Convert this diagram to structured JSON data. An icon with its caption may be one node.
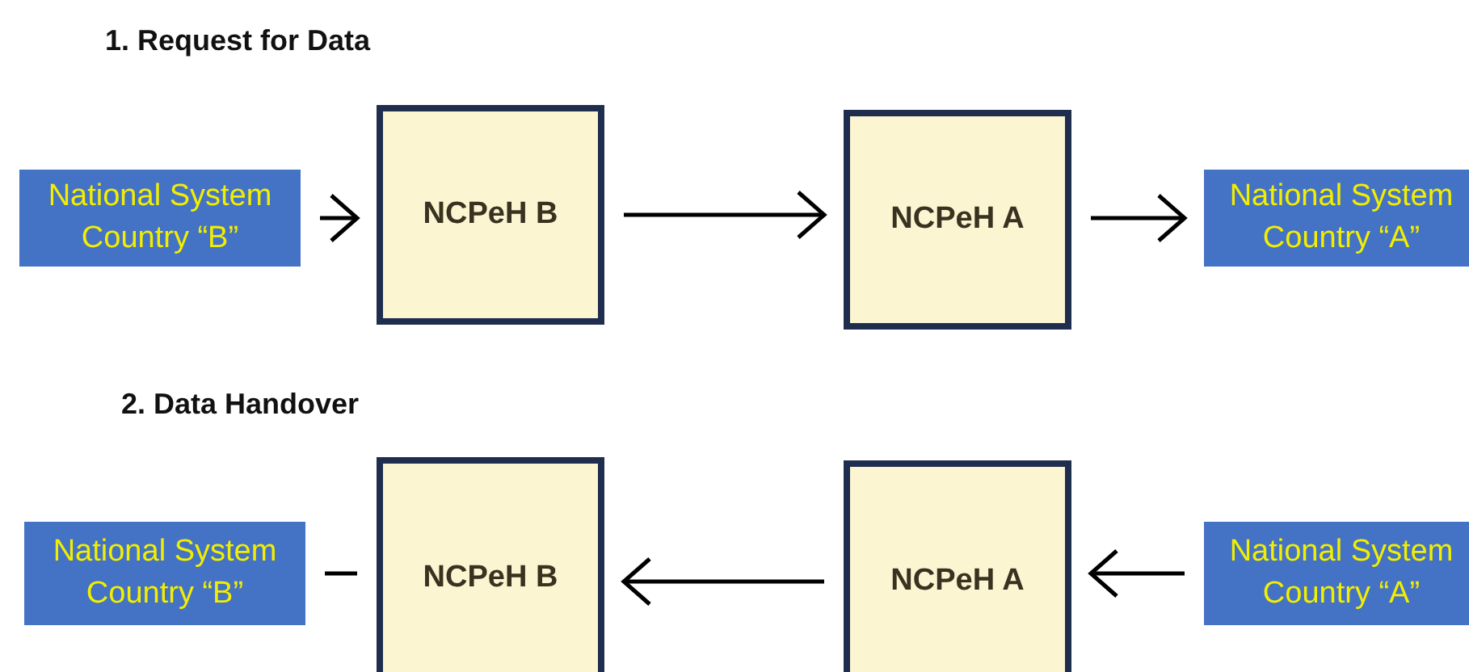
{
  "diagram": {
    "nodes": [
      {
        "text": [
          "National System Country “B”"
        ]
      },
      {
        "text": [
          "NCPeH B"
        ]
      },
      {
        "text": [
          "NCPeH A"
        ]
      },
      {
        "text": [
          "National System Country “A”"
        ]
      },
      {
        "text": [
          "National System Country “B”"
        ]
      },
      {
        "text": [
          "NCPeH B"
        ]
      },
      {
        "text": [
          "NCPeH A"
        ]
      },
      {
        "text": [
          "National System Country “A”"
        ]
      }
    ],
    "edges": [
      {
        "from": 0,
        "to": 1,
        "arrow": "to"
      },
      {
        "from": 1,
        "to": 2,
        "arrow": "to"
      },
      {
        "from": 2,
        "to": 3,
        "arrow": "to"
      },
      {
        "from": 5,
        "to": 4,
        "arrow": "none"
      },
      {
        "from": 6,
        "to": 5,
        "arrow": "to"
      },
      {
        "from": 7,
        "to": 6,
        "arrow": "to"
      }
    ],
    "labels": [
      "1. Request for Data",
      "2. Data Handover"
    ]
  }
}
